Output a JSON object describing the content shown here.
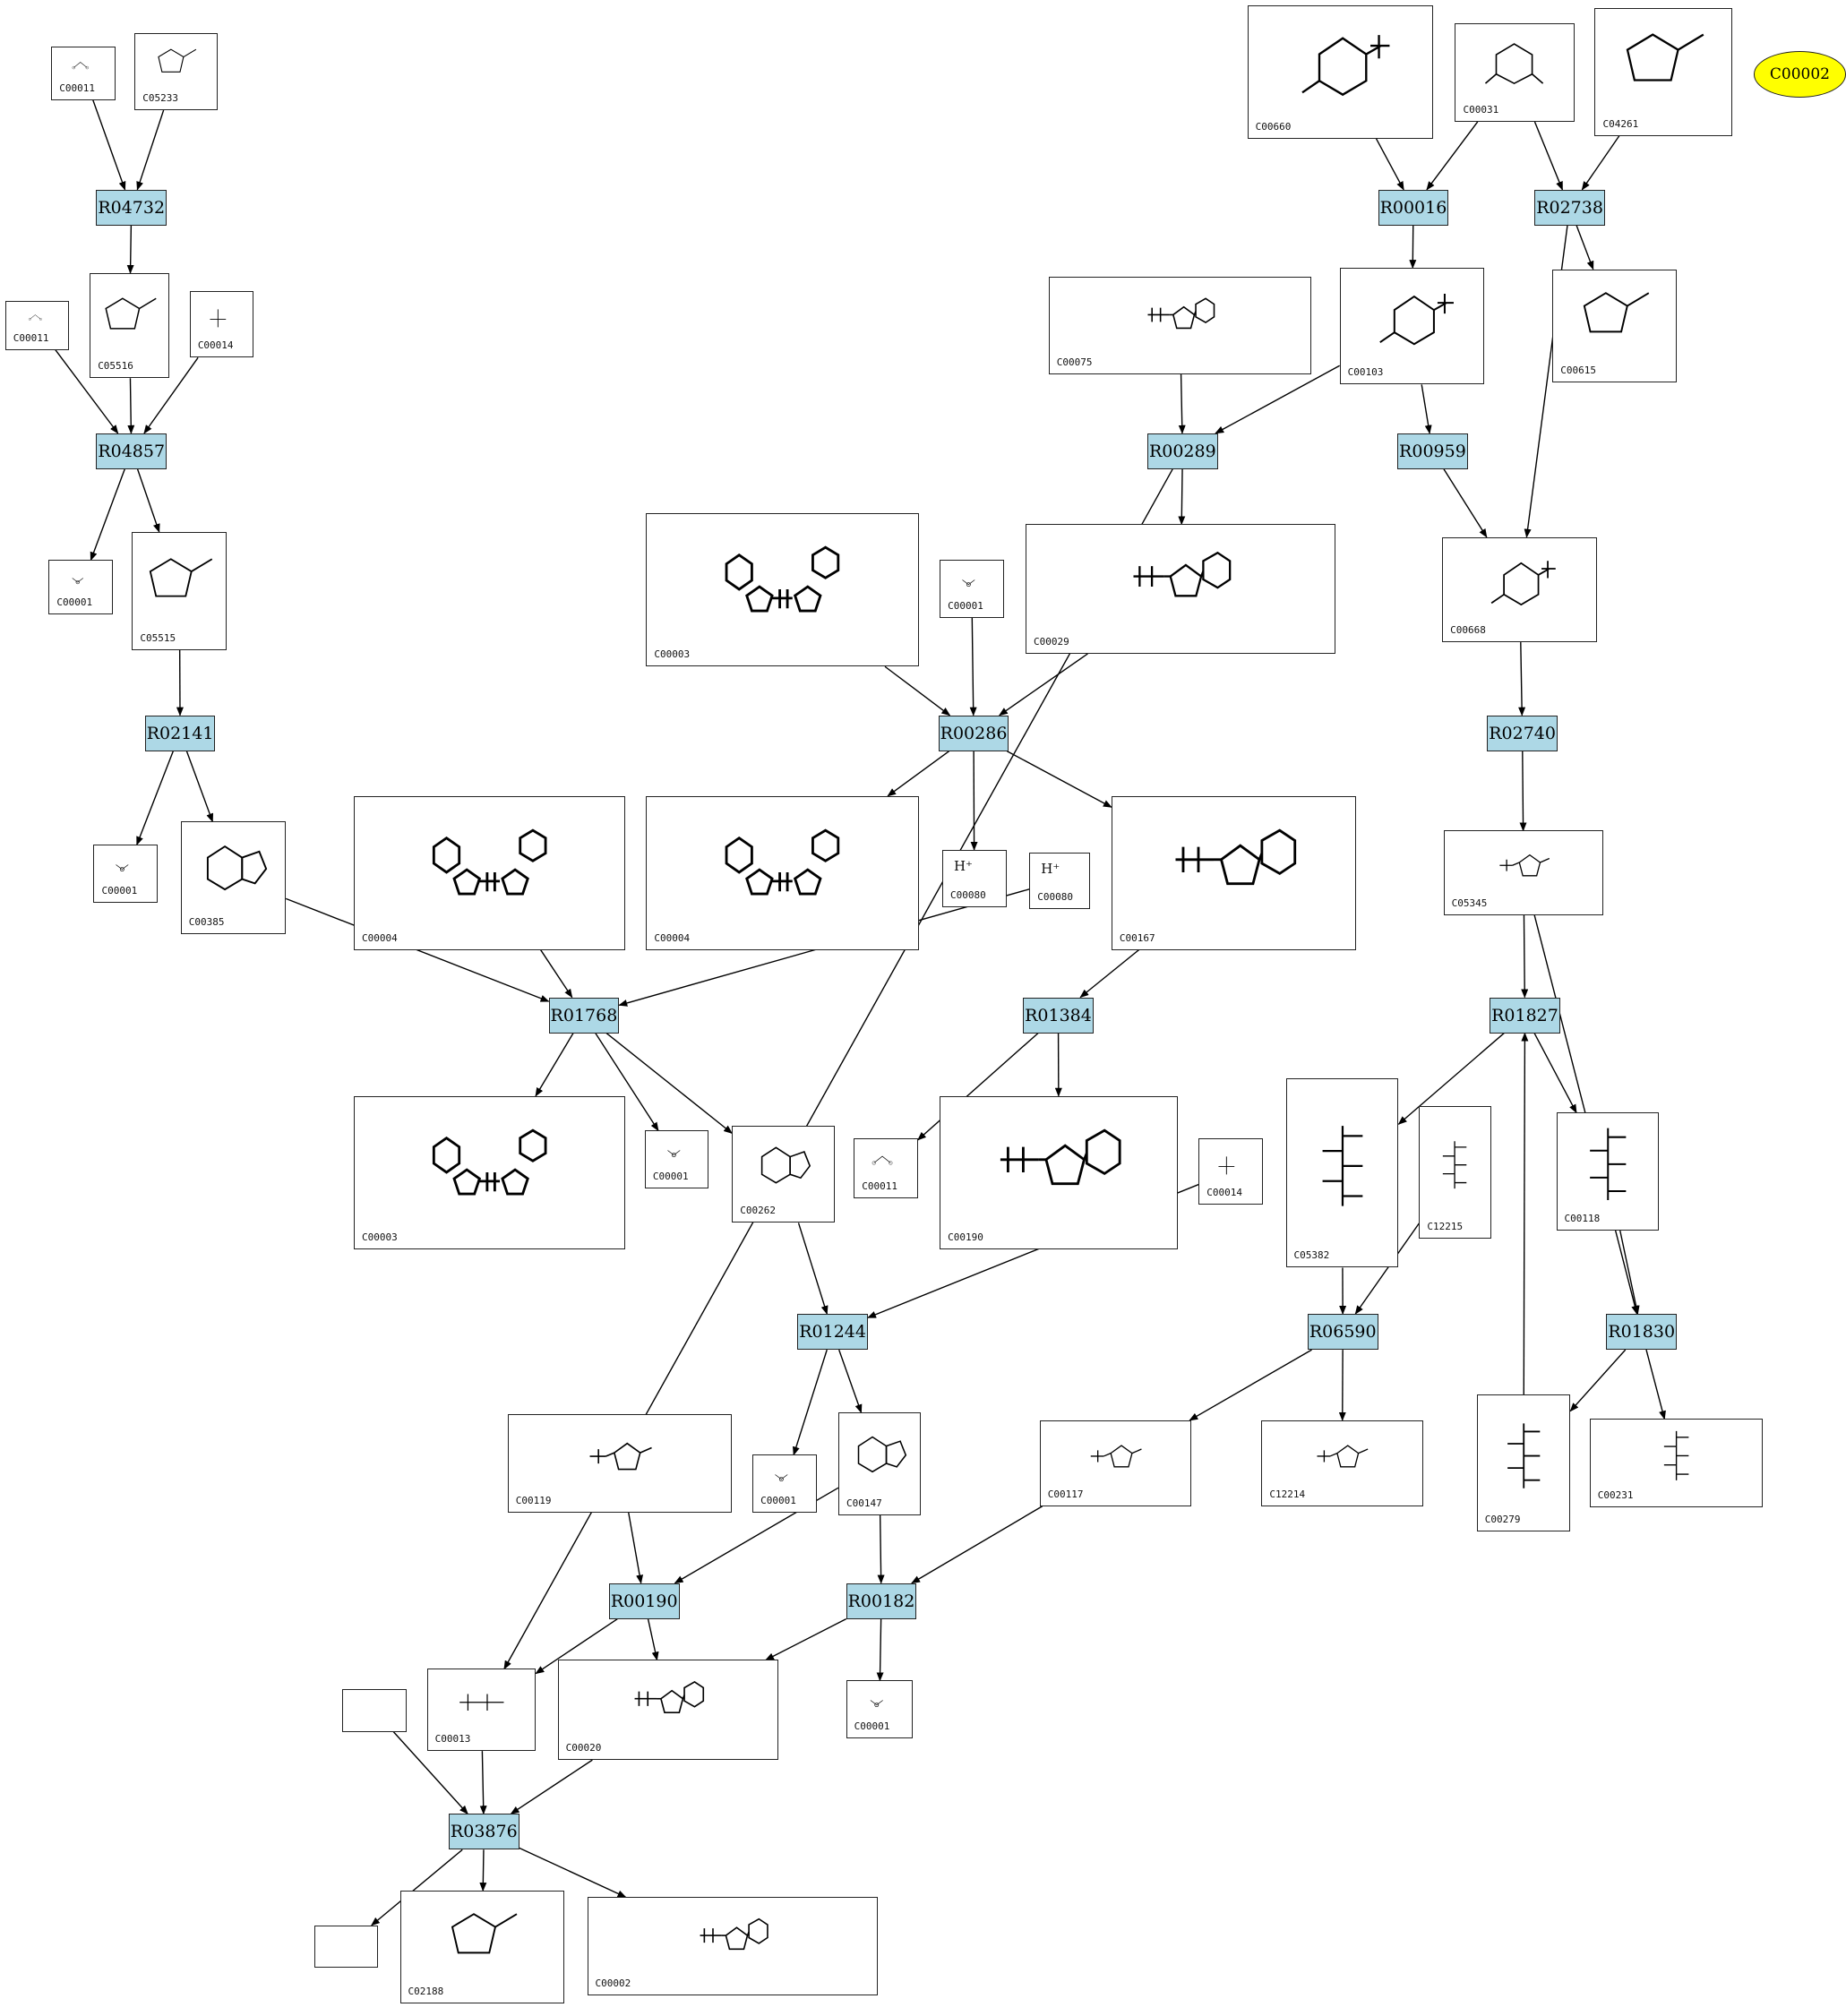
{
  "colors": {
    "reaction_fill": "#add8e6",
    "highlight_fill": "#ffff00",
    "edge": "#000000",
    "compound_fill": "#ffffff"
  },
  "highlight": {
    "label": "C00002"
  },
  "reactions": {
    "R04732": "R04732",
    "R04857": "R04857",
    "R02141": "R02141",
    "R00016": "R00016",
    "R02738": "R02738",
    "R00289": "R00289",
    "R00959": "R00959",
    "R00286": "R00286",
    "R02740": "R02740",
    "R01768": "R01768",
    "R01384": "R01384",
    "R01827": "R01827",
    "R01244": "R01244",
    "R06590": "R06590",
    "R01830": "R01830",
    "R00190": "R00190",
    "R00182": "R00182",
    "R03876": "R03876"
  },
  "compounds": {
    "n_c00011_a": {
      "id": "C00011"
    },
    "n_c05233": {
      "id": "C05233"
    },
    "n_c00011_b": {
      "id": "C00011"
    },
    "n_c05516": {
      "id": "C05516"
    },
    "n_c00014_a": {
      "id": "C00014"
    },
    "n_c00001_a": {
      "id": "C00001"
    },
    "n_c05515": {
      "id": "C05515"
    },
    "n_c00001_b": {
      "id": "C00001"
    },
    "n_c00385": {
      "id": "C00385"
    },
    "n_c00660": {
      "id": "C00660"
    },
    "n_c00031": {
      "id": "C00031"
    },
    "n_c04261": {
      "id": "C04261"
    },
    "n_c00075": {
      "id": "C00075"
    },
    "n_c00103": {
      "id": "C00103"
    },
    "n_c00615": {
      "id": "C00615"
    },
    "n_c00003_a": {
      "id": "C00003"
    },
    "n_c00001_c": {
      "id": "C00001"
    },
    "n_c00029": {
      "id": "C00029"
    },
    "n_c00668": {
      "id": "C00668"
    },
    "n_c00004_a": {
      "id": "C00004"
    },
    "n_c00004_b": {
      "id": "C00004"
    },
    "n_c00080_a": {
      "id": "C00080",
      "text": "H⁺"
    },
    "n_c00080_b": {
      "id": "C00080",
      "text": "H⁺"
    },
    "n_c00167": {
      "id": "C00167"
    },
    "n_c05345": {
      "id": "C05345"
    },
    "n_c00003_b": {
      "id": "C00003"
    },
    "n_c00001_d": {
      "id": "C00001"
    },
    "n_c00262": {
      "id": "C00262"
    },
    "n_c00011_c": {
      "id": "C00011"
    },
    "n_c00190": {
      "id": "C00190"
    },
    "n_c00014_b": {
      "id": "C00014"
    },
    "n_c05382": {
      "id": "C05382"
    },
    "n_c12215": {
      "id": "C12215"
    },
    "n_c00118": {
      "id": "C00118"
    },
    "n_c00119": {
      "id": "C00119"
    },
    "n_c00001_e": {
      "id": "C00001"
    },
    "n_c00147": {
      "id": "C00147"
    },
    "n_c00117": {
      "id": "C00117"
    },
    "n_c12214": {
      "id": "C12214"
    },
    "n_c00279": {
      "id": "C00279"
    },
    "n_c00231": {
      "id": "C00231"
    },
    "n_c00013": {
      "id": "C00013"
    },
    "n_c00020": {
      "id": "C00020"
    },
    "n_c00001_f": {
      "id": "C00001"
    },
    "n_c02188": {
      "id": "C02188"
    },
    "n_c00002": {
      "id": "C00002"
    }
  }
}
